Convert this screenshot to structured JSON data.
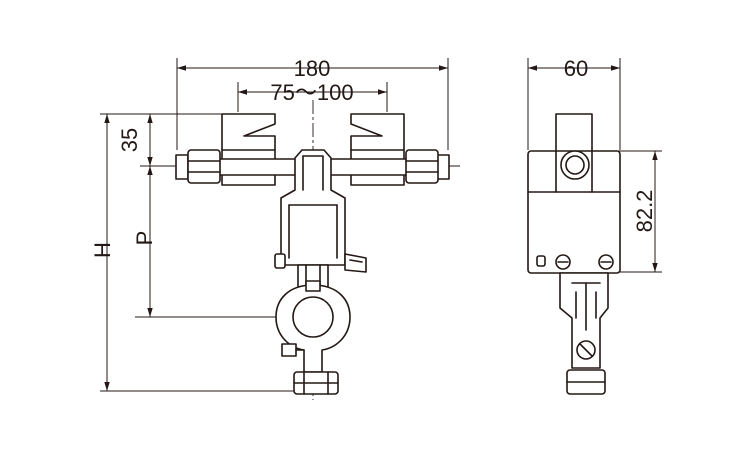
{
  "front_view": {
    "dim_width_total": "180",
    "dim_width_range": "75～100",
    "dim_height_35": "35",
    "dim_P": "P",
    "dim_H": "H"
  },
  "side_view": {
    "dim_width": "60",
    "dim_height": "82.2"
  },
  "colors": {
    "line": "#231815",
    "background": "#ffffff"
  }
}
